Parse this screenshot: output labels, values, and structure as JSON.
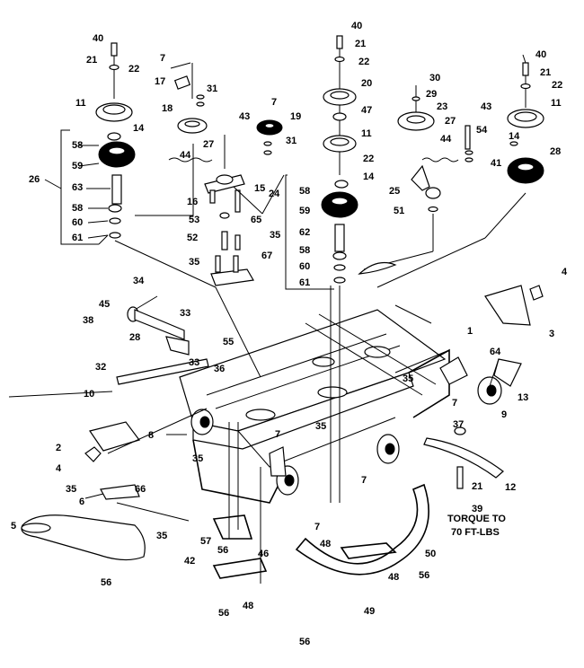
{
  "diagram": {
    "callouts": [
      {
        "id": "40a",
        "text": "40"
      },
      {
        "id": "21a",
        "text": "21"
      },
      {
        "id": "22a",
        "text": "22"
      },
      {
        "id": "11a",
        "text": "11"
      },
      {
        "id": "14a",
        "text": "14"
      },
      {
        "id": "58a",
        "text": "58"
      },
      {
        "id": "59a",
        "text": "59"
      },
      {
        "id": "26",
        "text": "26"
      },
      {
        "id": "63",
        "text": "63"
      },
      {
        "id": "58b",
        "text": "58"
      },
      {
        "id": "60a",
        "text": "60"
      },
      {
        "id": "61a",
        "text": "61"
      },
      {
        "id": "7a",
        "text": "7"
      },
      {
        "id": "17",
        "text": "17"
      },
      {
        "id": "31a",
        "text": "31"
      },
      {
        "id": "18",
        "text": "18"
      },
      {
        "id": "7b",
        "text": "7"
      },
      {
        "id": "19",
        "text": "19"
      },
      {
        "id": "43a",
        "text": "43"
      },
      {
        "id": "27a",
        "text": "27"
      },
      {
        "id": "31b",
        "text": "31"
      },
      {
        "id": "44a",
        "text": "44"
      },
      {
        "id": "16",
        "text": "16"
      },
      {
        "id": "15",
        "text": "15"
      },
      {
        "id": "53",
        "text": "53"
      },
      {
        "id": "65",
        "text": "65"
      },
      {
        "id": "52",
        "text": "52"
      },
      {
        "id": "35a",
        "text": "35"
      },
      {
        "id": "35b",
        "text": "35"
      },
      {
        "id": "67",
        "text": "67"
      },
      {
        "id": "24",
        "text": "24"
      },
      {
        "id": "40b",
        "text": "40"
      },
      {
        "id": "21b",
        "text": "21"
      },
      {
        "id": "22b",
        "text": "22"
      },
      {
        "id": "20",
        "text": "20"
      },
      {
        "id": "47",
        "text": "47"
      },
      {
        "id": "11b",
        "text": "11"
      },
      {
        "id": "22c",
        "text": "22"
      },
      {
        "id": "14b",
        "text": "14"
      },
      {
        "id": "58c",
        "text": "58"
      },
      {
        "id": "59b",
        "text": "59"
      },
      {
        "id": "62",
        "text": "62"
      },
      {
        "id": "58d",
        "text": "58"
      },
      {
        "id": "60b",
        "text": "60"
      },
      {
        "id": "61b",
        "text": "61"
      },
      {
        "id": "30",
        "text": "30"
      },
      {
        "id": "29",
        "text": "29"
      },
      {
        "id": "23",
        "text": "23"
      },
      {
        "id": "43b",
        "text": "43"
      },
      {
        "id": "27b",
        "text": "27"
      },
      {
        "id": "54",
        "text": "54"
      },
      {
        "id": "44b",
        "text": "44"
      },
      {
        "id": "41",
        "text": "41"
      },
      {
        "id": "25",
        "text": "25"
      },
      {
        "id": "51",
        "text": "51"
      },
      {
        "id": "40c",
        "text": "40"
      },
      {
        "id": "21c",
        "text": "21"
      },
      {
        "id": "22d",
        "text": "22"
      },
      {
        "id": "11c",
        "text": "11"
      },
      {
        "id": "14c",
        "text": "14"
      },
      {
        "id": "28a",
        "text": "28"
      },
      {
        "id": "34",
        "text": "34"
      },
      {
        "id": "45",
        "text": "45"
      },
      {
        "id": "38",
        "text": "38"
      },
      {
        "id": "28b",
        "text": "28"
      },
      {
        "id": "33a",
        "text": "33"
      },
      {
        "id": "33b",
        "text": "33"
      },
      {
        "id": "32",
        "text": "32"
      },
      {
        "id": "10",
        "text": "10"
      },
      {
        "id": "55",
        "text": "55"
      },
      {
        "id": "36",
        "text": "36"
      },
      {
        "id": "1",
        "text": "1"
      },
      {
        "id": "4a",
        "text": "4"
      },
      {
        "id": "3",
        "text": "3"
      },
      {
        "id": "64",
        "text": "64"
      },
      {
        "id": "35c",
        "text": "35"
      },
      {
        "id": "7c",
        "text": "7"
      },
      {
        "id": "13",
        "text": "13"
      },
      {
        "id": "9",
        "text": "9"
      },
      {
        "id": "8",
        "text": "8"
      },
      {
        "id": "7d",
        "text": "7"
      },
      {
        "id": "35d",
        "text": "35"
      },
      {
        "id": "35e",
        "text": "35"
      },
      {
        "id": "37",
        "text": "37"
      },
      {
        "id": "2",
        "text": "2"
      },
      {
        "id": "4b",
        "text": "4"
      },
      {
        "id": "7e",
        "text": "7"
      },
      {
        "id": "12",
        "text": "12"
      },
      {
        "id": "35f",
        "text": "35"
      },
      {
        "id": "66",
        "text": "66"
      },
      {
        "id": "6",
        "text": "6"
      },
      {
        "id": "7f",
        "text": "7"
      },
      {
        "id": "21d",
        "text": "21"
      },
      {
        "id": "39",
        "text": "39"
      },
      {
        "id": "5",
        "text": "5"
      },
      {
        "id": "35g",
        "text": "35"
      },
      {
        "id": "57",
        "text": "57"
      },
      {
        "id": "56a",
        "text": "56"
      },
      {
        "id": "46",
        "text": "46"
      },
      {
        "id": "42",
        "text": "42"
      },
      {
        "id": "48a",
        "text": "48"
      },
      {
        "id": "50",
        "text": "50"
      },
      {
        "id": "48b",
        "text": "48"
      },
      {
        "id": "56b",
        "text": "56"
      },
      {
        "id": "56c",
        "text": "56"
      },
      {
        "id": "56d",
        "text": "56"
      },
      {
        "id": "48c",
        "text": "48"
      },
      {
        "id": "49",
        "text": "49"
      },
      {
        "id": "56e",
        "text": "56"
      }
    ],
    "torque_note": {
      "line1": "TORQUE TO",
      "line2": "70 FT-LBS"
    }
  }
}
